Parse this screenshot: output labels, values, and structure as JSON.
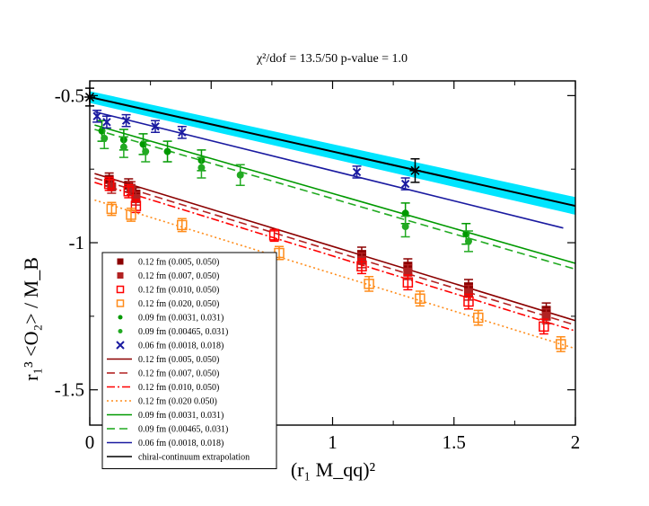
{
  "chart_data": {
    "type": "scatter",
    "title": "χ²/dof = 13.5/50      p-value = 1.0",
    "xlabel": "(r₁ M_qq)²",
    "ylabel": "r₁³ <O₂> / M_B",
    "xlim": [
      0,
      2
    ],
    "ylim": [
      -1.62,
      -0.45
    ],
    "x_ticks": [
      0,
      0.5,
      1,
      1.5,
      2
    ],
    "x_tick_labels": [
      "0",
      "0.5",
      "1",
      "1.5",
      "2"
    ],
    "y_ticks": [
      -0.5,
      -1.0,
      -1.5
    ],
    "y_tick_labels": [
      "-0.5",
      "-1",
      "-1.5"
    ],
    "grid": false,
    "legend_position": "bottom-left",
    "series": [
      {
        "name": "0.12 fm  (0.005, 0.050)",
        "marker": "filled-square",
        "color": "#8b0000",
        "points": [
          [
            0.08,
            -0.785,
            0.022
          ],
          [
            0.16,
            -0.805,
            0.022
          ],
          [
            0.19,
            -0.835,
            0.022
          ],
          [
            1.12,
            -1.04,
            0.025
          ],
          [
            1.31,
            -1.08,
            0.025
          ],
          [
            1.56,
            -1.15,
            0.025
          ],
          [
            1.88,
            -1.23,
            0.025
          ]
        ]
      },
      {
        "name": "0.12 fm  (0.007, 0.050)",
        "marker": "filled-square",
        "color": "#b22222",
        "points": [
          [
            0.09,
            -0.81,
            0.022
          ],
          [
            0.17,
            -0.815,
            0.022
          ],
          [
            0.19,
            -0.85,
            0.022
          ],
          [
            1.12,
            -1.06,
            0.025
          ],
          [
            1.31,
            -1.1,
            0.025
          ],
          [
            1.56,
            -1.17,
            0.025
          ],
          [
            1.88,
            -1.25,
            0.025
          ]
        ]
      },
      {
        "name": "0.12 fm  (0.010, 0.050)",
        "marker": "open-square",
        "color": "#ff0000",
        "points": [
          [
            0.08,
            -0.8,
            0.022
          ],
          [
            0.16,
            -0.825,
            0.022
          ],
          [
            0.19,
            -0.875,
            0.022
          ],
          [
            0.76,
            -0.975,
            0.02
          ],
          [
            1.12,
            -1.08,
            0.025
          ],
          [
            1.31,
            -1.135,
            0.025
          ],
          [
            1.56,
            -1.2,
            0.025
          ],
          [
            1.87,
            -1.285,
            0.025
          ]
        ]
      },
      {
        "name": "0.12 fm  (0.020, 0.050)",
        "marker": "open-square",
        "color": "#ff8c1a",
        "points": [
          [
            0.09,
            -0.885,
            0.022
          ],
          [
            0.17,
            -0.905,
            0.022
          ],
          [
            0.38,
            -0.94,
            0.022
          ],
          [
            0.78,
            -1.035,
            0.022
          ],
          [
            1.15,
            -1.14,
            0.025
          ],
          [
            1.36,
            -1.19,
            0.025
          ],
          [
            1.6,
            -1.255,
            0.025
          ],
          [
            1.94,
            -1.345,
            0.025
          ]
        ]
      },
      {
        "name": "0.09 fm  (0.0031, 0.031)",
        "marker": "filled-circle",
        "color": "#009900",
        "points": [
          [
            0.05,
            -0.62,
            0.035
          ],
          [
            0.14,
            -0.65,
            0.035
          ],
          [
            0.22,
            -0.665,
            0.035
          ],
          [
            0.32,
            -0.69,
            0.035
          ],
          [
            0.46,
            -0.72,
            0.035
          ],
          [
            1.3,
            -0.9,
            0.035
          ],
          [
            1.55,
            -0.97,
            0.035
          ]
        ]
      },
      {
        "name": "0.09 fm  (0.00465, 0.031)",
        "marker": "filled-circle",
        "color": "#22aa22",
        "points": [
          [
            0.06,
            -0.645,
            0.035
          ],
          [
            0.14,
            -0.675,
            0.035
          ],
          [
            0.23,
            -0.69,
            0.035
          ],
          [
            0.46,
            -0.745,
            0.035
          ],
          [
            0.62,
            -0.77,
            0.035
          ],
          [
            1.3,
            -0.945,
            0.035
          ],
          [
            1.56,
            -0.995,
            0.035
          ]
        ]
      },
      {
        "name": "0.06 fm  (0.0018, 0.018)",
        "marker": "x",
        "color": "#1a1aa0",
        "points": [
          [
            0.03,
            -0.57,
            0.02
          ],
          [
            0.07,
            -0.59,
            0.02
          ],
          [
            0.15,
            -0.585,
            0.02
          ],
          [
            0.27,
            -0.605,
            0.02
          ],
          [
            0.38,
            -0.625,
            0.02
          ],
          [
            1.1,
            -0.76,
            0.02
          ],
          [
            1.3,
            -0.8,
            0.02
          ]
        ]
      }
    ],
    "fit_lines": [
      {
        "name": "0.12 fm  (0.005, 0.050)",
        "style": "solid",
        "color": "#8b0000",
        "from": [
          0.02,
          -0.765
        ],
        "to": [
          2.0,
          -1.265
        ]
      },
      {
        "name": "0.12 fm  (0.007, 0.050)",
        "style": "dashed",
        "color": "#b22222",
        "from": [
          0.02,
          -0.78
        ],
        "to": [
          2.0,
          -1.28
        ]
      },
      {
        "name": "0.12 fm  (0.010, 0.050)",
        "style": "dashdot",
        "color": "#ff0000",
        "from": [
          0.02,
          -0.795
        ],
        "to": [
          2.0,
          -1.3
        ]
      },
      {
        "name": "0.12 fm  (0.020 0.050)",
        "style": "dotted",
        "color": "#ff8c1a",
        "from": [
          0.02,
          -0.855
        ],
        "to": [
          2.0,
          -1.36
        ]
      },
      {
        "name": "0.09 fm  (0.0031, 0.031)",
        "style": "solid",
        "color": "#009900",
        "from": [
          0.02,
          -0.6
        ],
        "to": [
          2.0,
          -1.07
        ]
      },
      {
        "name": "0.09 fm  (0.00465, 0.031)",
        "style": "dashed",
        "color": "#22aa22",
        "from": [
          0.02,
          -0.615
        ],
        "to": [
          2.0,
          -1.09
        ]
      },
      {
        "name": "0.06 fm  (0.0018, 0.018)",
        "style": "solid",
        "color": "#1a1aa0",
        "from": [
          0.02,
          -0.555
        ],
        "to": [
          1.95,
          -0.95
        ]
      },
      {
        "name": "chiral-continuum extrapolation",
        "style": "solid",
        "color": "#000000",
        "from": [
          0.0,
          -0.505
        ],
        "to": [
          2.0,
          -0.875
        ]
      }
    ],
    "band": {
      "color": "#00e5ff",
      "from": [
        0.0,
        -0.505
      ],
      "to": [
        2.0,
        -0.875
      ],
      "halfwidth_start": 0.02,
      "halfwidth_end": 0.03
    },
    "extrapolated_points": [
      [
        0.0,
        -0.505,
        0.03
      ],
      [
        1.34,
        -0.755,
        0.04
      ]
    ]
  }
}
